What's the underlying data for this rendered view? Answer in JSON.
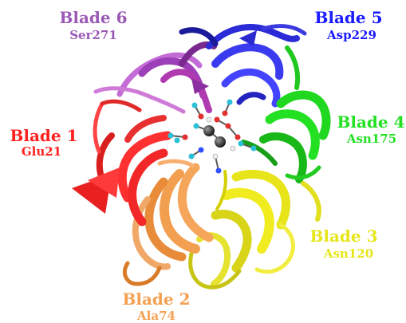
{
  "blades": [
    {
      "id": "blade-6",
      "title": "Blade 6",
      "residue": "Ser271",
      "color": "#9b59b6"
    },
    {
      "id": "blade-5",
      "title": "Blade 5",
      "residue": "Asp229",
      "color": "#1a1aff"
    },
    {
      "id": "blade-4",
      "title": "Blade 4",
      "residue": "Asn175",
      "color": "#22e022"
    },
    {
      "id": "blade-1",
      "title": "Blade 1",
      "residue": "Glu21",
      "color": "#ff2020"
    },
    {
      "id": "blade-3",
      "title": "Blade 3",
      "residue": "Asn120",
      "color": "#e6e619"
    },
    {
      "id": "blade-2",
      "title": "Blade 2",
      "residue": "Ala74",
      "color": "#f5a050"
    }
  ]
}
